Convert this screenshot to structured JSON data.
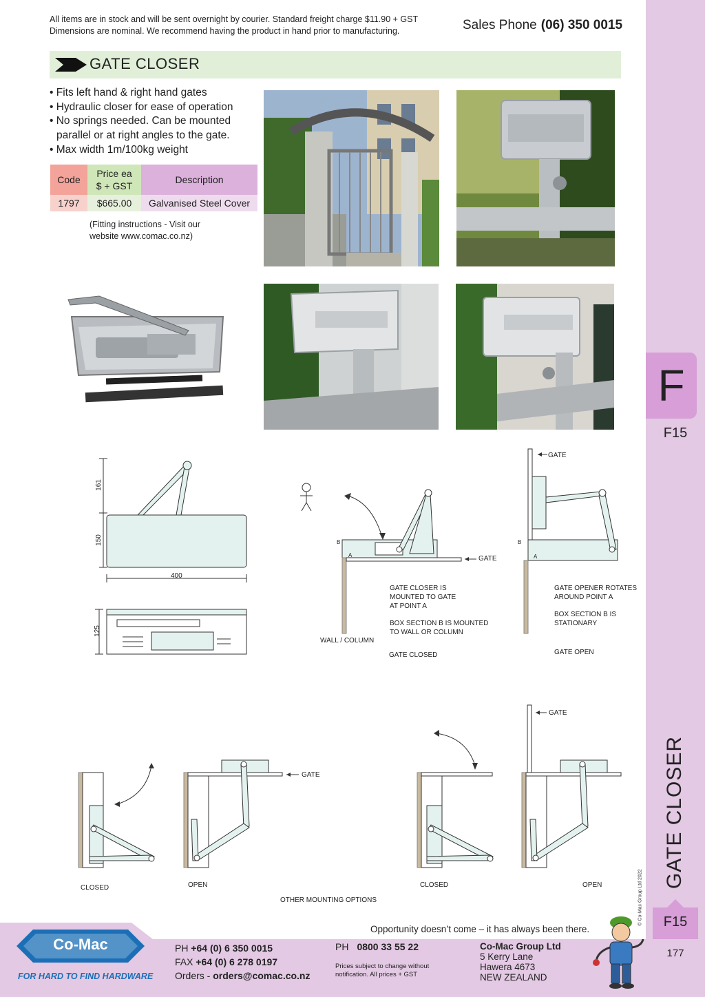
{
  "header": {
    "notice_line1": "All items are in stock and will be sent overnight by courier. Standard freight charge $11.90 + GST",
    "notice_line2": "Dimensions are nominal. We recommend having the product in hand prior to manufacturing.",
    "phone_label": "Sales Phone",
    "phone_number": "(06) 350 0015"
  },
  "product": {
    "title": "GATE CLOSER",
    "features": [
      "• Fits left hand & right hand gates",
      "• Hydraulic closer for ease of operation",
      "• No springs needed. Can be mounted parallel or at right angles to the gate.",
      "• Max width 1m/100kg weight"
    ],
    "table": {
      "headers": {
        "code": "Code",
        "price_line1": "Price ea",
        "price_line2": "$ + GST",
        "description": "Description"
      },
      "rows": [
        {
          "code": "1797",
          "price": "$665.00",
          "description": "Galvanised Steel Cover"
        }
      ]
    },
    "fitting_note_line1": "(Fitting instructions - Visit our",
    "fitting_note_line2": "website www.comac.co.nz)"
  },
  "diagrams": {
    "dimensions": {
      "d161": "161",
      "d150": "150",
      "d400": "400",
      "d125": "125"
    },
    "closed": {
      "b": "B",
      "a": "A",
      "gate": "GATE",
      "note1": "GATE CLOSER IS\nMOUNTED TO GATE\nAT POINT A",
      "note2": "BOX SECTION B IS MOUNTED\nTO WALL OR COLUMN",
      "wall": "WALL / COLUMN",
      "caption": "GATE CLOSED"
    },
    "open": {
      "gate": "GATE",
      "b": "B",
      "a": "A",
      "note1": "GATE OPENER ROTATES\nAROUND POINT A",
      "note2": "BOX SECTION B IS\nSTATIONARY",
      "caption": "GATE OPEN"
    },
    "options": {
      "gate_left": "GATE",
      "gate_right": "GATE",
      "closed_left": "CLOSED",
      "open_left": "OPEN",
      "closed_right": "CLOSED",
      "open_right": "OPEN",
      "caption": "OTHER MOUNTING OPTIONS"
    }
  },
  "side_tab": {
    "letter": "F",
    "code": "F15",
    "vertical_title": "GATE CLOSER",
    "copyright": "© Co-Mac Group Ltd 2022",
    "page_number": "177"
  },
  "footer": {
    "quote": "Opportunity doesn’t come – it has always been there.",
    "logo_text": "Co-Mac",
    "tagline": "FOR HARD TO FIND HARDWARE",
    "ph_label": "PH",
    "ph_value": "+64 (0) 6 350 0015",
    "fax_label": "FAX",
    "fax_value": "+64 (0) 6 278 0197",
    "orders_label": "Orders -",
    "orders_value": "orders@comac.co.nz",
    "freephone_label": "PH",
    "freephone_value": "0800 33 55 22",
    "disclaimer": "Prices subject to change without notification. All prices + GST",
    "company_name": "Co-Mac Group Ltd",
    "address1": "5 Kerry Lane",
    "address2": "Hawera 4673",
    "address3": "NEW ZEALAND"
  },
  "colors": {
    "title_bar": "#e1efd9",
    "side_strip": "#e3c9e3",
    "tab_accent": "#d79ed7",
    "brand_blue": "#1b6fb6"
  }
}
